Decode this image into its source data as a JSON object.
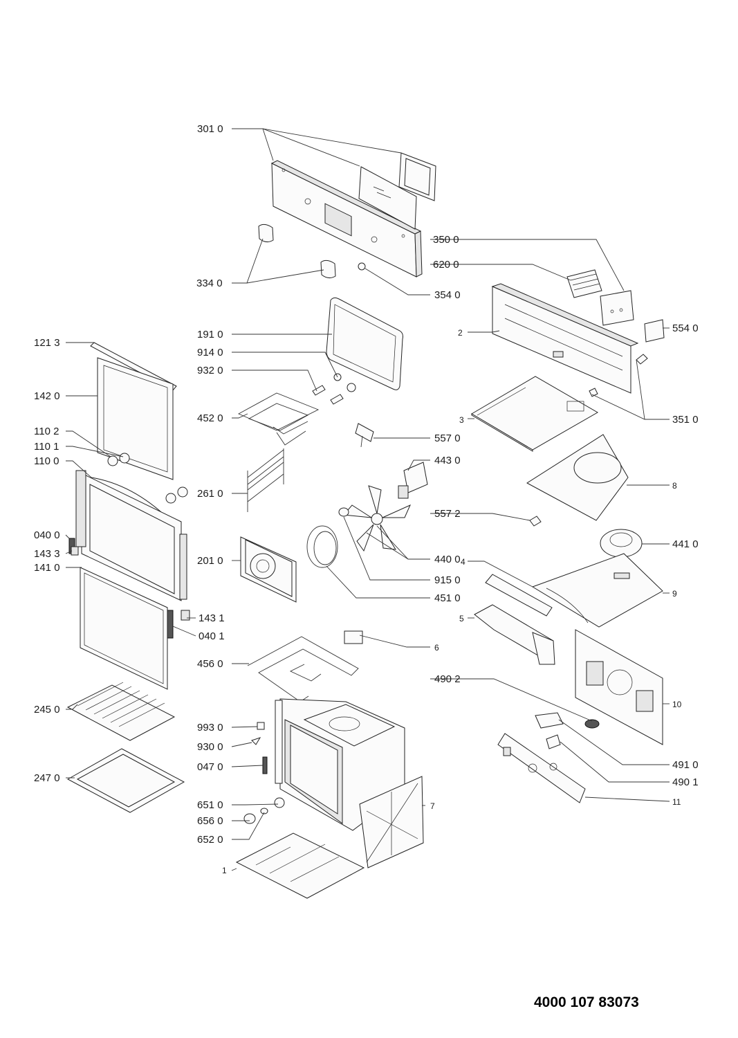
{
  "document_number": "4000 107 83073",
  "labels": {
    "l301_0": "301 0",
    "l334_0": "334 0",
    "l354_0": "354 0",
    "l350_0": "350 0",
    "l620_0": "620 0",
    "l554_0": "554 0",
    "l2": "2",
    "l351_0": "351 0",
    "l3": "3",
    "l121_3": "121 3",
    "l142_0": "142 0",
    "l110_2": "110 2",
    "l110_1": "110 1",
    "l110_0": "110 0",
    "l040_0": "040 0",
    "l143_3": "143 3",
    "l141_0": "141 0",
    "l143_1": "143 1",
    "l040_1": "040 1",
    "l245_0": "245 0",
    "l247_0": "247 0",
    "l191_0": "191 0",
    "l914_0": "914 0",
    "l932_0": "932 0",
    "l452_0": "452 0",
    "l261_0": "261 0",
    "l201_0": "201 0",
    "l456_0": "456 0",
    "l993_0": "993 0",
    "l930_0": "930 0",
    "l047_0": "047 0",
    "l651_0": "651 0",
    "l656_0": "656 0",
    "l652_0": "652 0",
    "l1": "1",
    "l557_0": "557 0",
    "l443_0": "443 0",
    "l557_2": "557 2",
    "l440_0": "440 0",
    "l915_0": "915 0",
    "l451_0": "451 0",
    "l6": "6",
    "l7": "7",
    "l8": "8",
    "l441_0": "441 0",
    "l4": "4",
    "l9": "9",
    "l5": "5",
    "l490_2": "490 2",
    "l10": "10",
    "l491_0": "491 0",
    "l490_1": "490 1",
    "l11": "11"
  }
}
